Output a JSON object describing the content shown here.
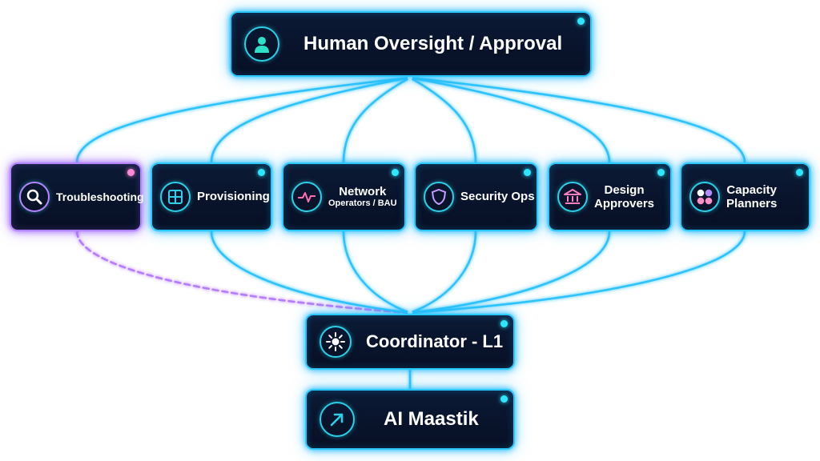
{
  "top": {
    "title": "Human Oversight / Approval",
    "icon": "person-icon"
  },
  "agents": [
    {
      "id": "troubleshooting",
      "lines": [
        "Troubleshooting"
      ],
      "icon": "search-icon",
      "accent": "purple"
    },
    {
      "id": "provisioning",
      "lines": [
        "Provisioning"
      ],
      "icon": "grid-icon",
      "accent": "blue"
    },
    {
      "id": "network",
      "lines": [
        "Network",
        "Operators / BAU"
      ],
      "icon": "pulse-icon",
      "accent": "blue"
    },
    {
      "id": "security",
      "lines": [
        "Security Ops"
      ],
      "icon": "shield-icon",
      "accent": "blue"
    },
    {
      "id": "design",
      "lines": [
        "Design",
        "Approvers"
      ],
      "icon": "bank-icon",
      "accent": "blue"
    },
    {
      "id": "capacity",
      "lines": [
        "Capacity",
        "Planners"
      ],
      "icon": "circles-icon",
      "accent": "blue"
    }
  ],
  "coordinator": {
    "title": "Coordinator - L1",
    "icon": "sun-icon"
  },
  "bottom": {
    "title": "AI Maastik",
    "icon": "arrow-up-right-icon"
  },
  "colors": {
    "node_border": "#29c9ff",
    "edge": "#2fc3ff",
    "highlight_edge": "#b57bff",
    "node_bg": "#0a1630"
  }
}
